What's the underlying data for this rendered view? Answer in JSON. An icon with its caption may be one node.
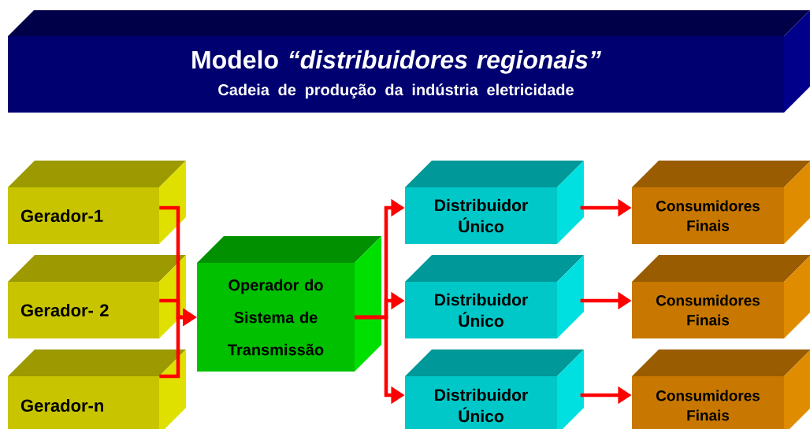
{
  "diagram": {
    "nodes": [
      {
        "text": [
          "Modelo *“distribuidores* *regionais”*",
          "Cadeia de produção da indústria eletricidade"
        ]
      },
      {
        "text": [
          "Gerador-1"
        ]
      },
      {
        "text": [
          "Gerador- 2"
        ]
      },
      {
        "text": [
          "Gerador-n"
        ]
      },
      {
        "text": [
          "Operador do Sistema de Transmissão"
        ]
      },
      {
        "text": [
          "Distribuidor Único"
        ]
      },
      {
        "text": [
          "Distribuidor Único"
        ]
      },
      {
        "text": [
          "Distribuidor Único"
        ]
      },
      {
        "text": [
          "Consumidores Finais"
        ]
      },
      {
        "text": [
          "Consumidores Finais"
        ]
      },
      {
        "text": [
          "Consumidores Finais"
        ]
      }
    ],
    "edges": [
      {
        "from": 1,
        "to": 4,
        "arrow": "to"
      },
      {
        "from": 2,
        "to": 4,
        "arrow": "to"
      },
      {
        "from": 3,
        "to": 4,
        "arrow": "to"
      },
      {
        "from": 4,
        "to": 5,
        "arrow": "to"
      },
      {
        "from": 4,
        "to": 6,
        "arrow": "to"
      },
      {
        "from": 4,
        "to": 7,
        "arrow": "to"
      },
      {
        "from": 5,
        "to": 8,
        "arrow": "to"
      },
      {
        "from": 6,
        "to": 9,
        "arrow": "to"
      },
      {
        "from": 7,
        "to": 10,
        "arrow": "to"
      }
    ]
  }
}
